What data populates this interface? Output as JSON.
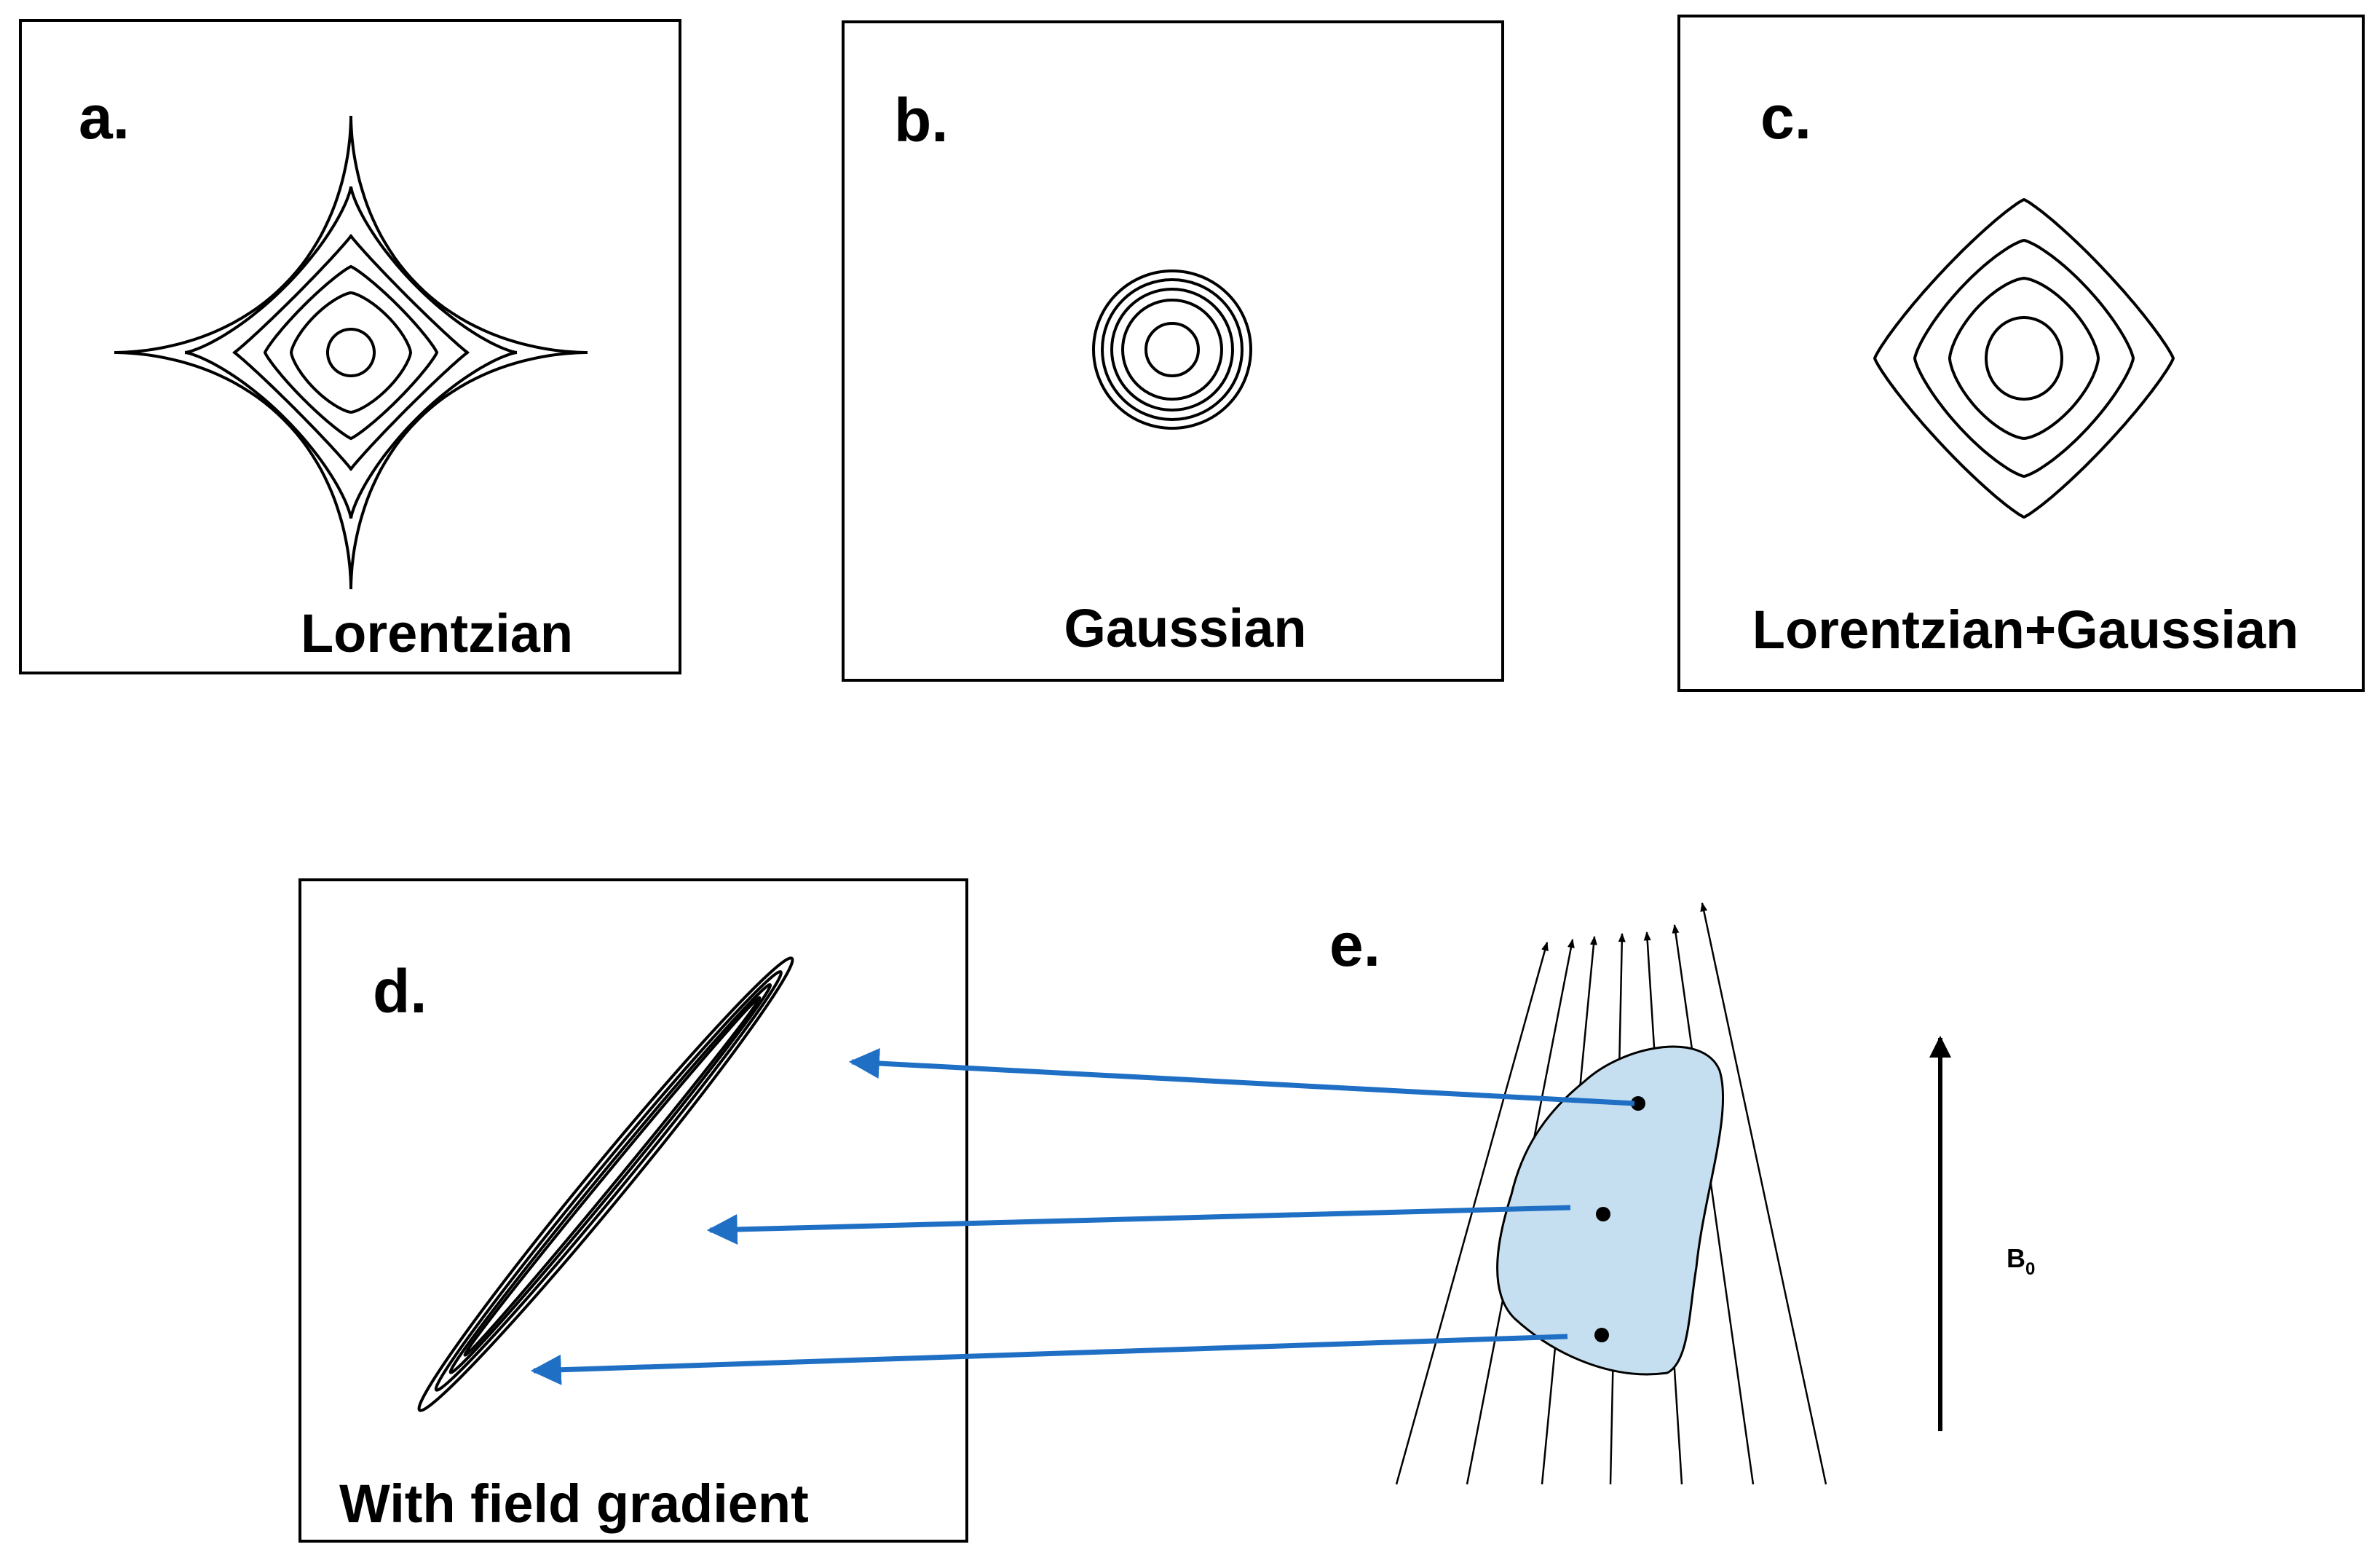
{
  "panels": {
    "a": {
      "letter": "a.",
      "caption": "Lorentzian"
    },
    "b": {
      "letter": "b.",
      "caption": "Gaussian"
    },
    "c": {
      "letter": "c.",
      "caption": "Lorentzian+Gaussian"
    },
    "d": {
      "letter": "d.",
      "caption": "With field gradient"
    },
    "e": {
      "letter": "e."
    }
  },
  "field": {
    "label_main": "B",
    "label_sub": "0"
  },
  "colors": {
    "arrow": "#1f6fc5",
    "sample_fill": "#c6dff0",
    "line": "#000000"
  }
}
